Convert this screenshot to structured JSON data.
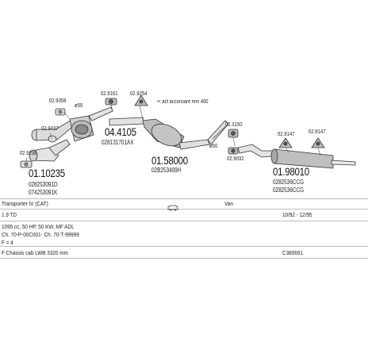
{
  "diagram": {
    "part_numbers": {
      "clamp_1": "02.9358",
      "clamp_2": "02.9437",
      "clamp_3": "02.9236",
      "mount_1": "02.9161",
      "mount_2": "02.9254",
      "mount_3": "02.3150",
      "mount_4": "02.9032",
      "mount_5": "02.9147",
      "mount_6": "02.9147"
    },
    "diameter_labels": {
      "d1": "ø55",
      "d2": "ø50"
    },
    "cut_note": "✂ act accorciare mm 400",
    "front_pipe": {
      "code": "01.10235",
      "oem_1": "028253091D",
      "oem_2": "074253091K"
    },
    "middle_silencer": {
      "code": "04.4105",
      "oem": "028131701AX"
    },
    "center_silencer": {
      "code": "01.58000",
      "oem": "02B253409H"
    },
    "rear_silencer": {
      "code": "01.98010",
      "oem_1": "0282536CCG",
      "oem_2": "0282536CCG"
    }
  },
  "info": {
    "vehicle": "Transporter IV (CAT)",
    "body_label": "Van",
    "engine": "1.9 TD",
    "years": "10/92 - 12/95",
    "engine_spec": "1095 cc, 50 HP, 50 KW, MF ADL",
    "chassis_range": "Ch. 70-P-00C001- Ch. 70-T-99999",
    "extra": "F = 4",
    "body_type": "F Chassis cab LWB 3320 mm",
    "catalogue_no": "C380691"
  }
}
